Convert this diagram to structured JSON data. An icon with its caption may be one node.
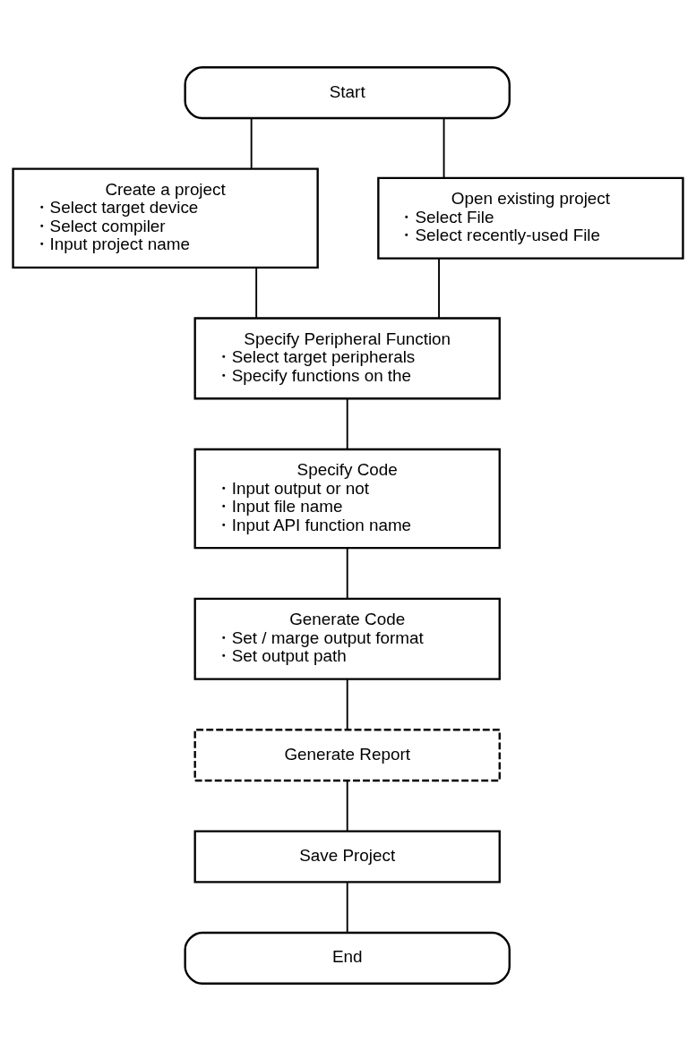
{
  "diagram": {
    "nodes": [
      {
        "text": [
          "Start"
        ]
      },
      {
        "text": [
          "Create a project",
          "・Select target device",
          "・Select compiler",
          "・Input project name"
        ]
      },
      {
        "text": [
          "Open existing project",
          "・Select File",
          "・Select recently-used File"
        ]
      },
      {
        "text": [
          "Specify Peripheral Function",
          "・Select target peripherals",
          "・Specify functions on the"
        ]
      },
      {
        "text": [
          "Specify Code",
          "・Input output or not",
          "・Input file name",
          "・Input API function name"
        ]
      },
      {
        "text": [
          "Generate Code",
          "・Set / marge output format",
          "・Set output path"
        ]
      },
      {
        "text": [
          "Generate Report"
        ]
      },
      {
        "text": [
          "Save Project"
        ]
      },
      {
        "text": [
          "End"
        ]
      }
    ],
    "edges": [
      {
        "from": 0,
        "to": 1,
        "arrow": "none"
      },
      {
        "from": 0,
        "to": 2,
        "arrow": "none"
      },
      {
        "from": 1,
        "to": 3,
        "arrow": "none"
      },
      {
        "from": 2,
        "to": 3,
        "arrow": "none"
      },
      {
        "from": 3,
        "to": 4,
        "arrow": "none"
      },
      {
        "from": 4,
        "to": 5,
        "arrow": "none"
      },
      {
        "from": 5,
        "to": 6,
        "arrow": "none"
      },
      {
        "from": 6,
        "to": 7,
        "arrow": "none"
      },
      {
        "from": 7,
        "to": 8,
        "arrow": "none"
      }
    ]
  }
}
